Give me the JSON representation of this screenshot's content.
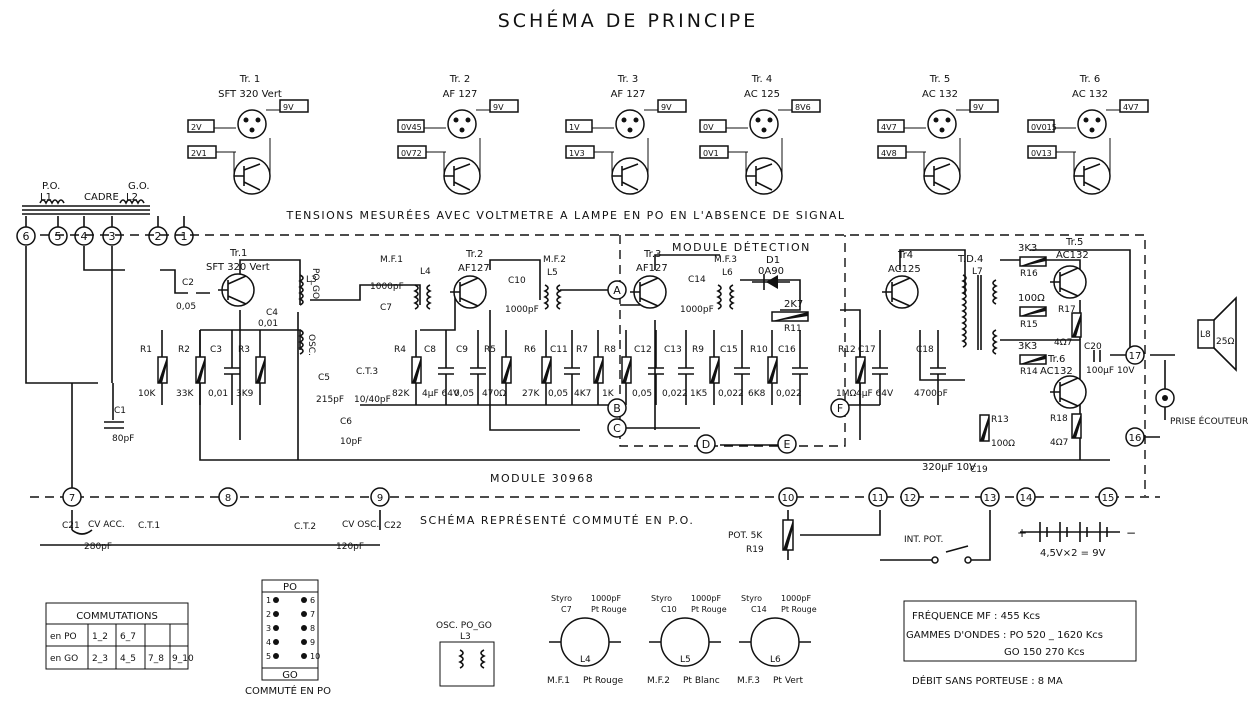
{
  "title": "SCHÉMA DE PRINCIPE",
  "transistor_headers": [
    {
      "id": "Tr. 1",
      "type": "SFT 320 Vert",
      "v": [
        "2V",
        "2V1",
        "9V"
      ]
    },
    {
      "id": "Tr. 2",
      "type": "AF 127",
      "v": [
        "0V45",
        "0V72",
        "9V"
      ]
    },
    {
      "id": "Tr. 3",
      "type": "AF 127",
      "v": [
        "1V",
        "1V3",
        "9V"
      ]
    },
    {
      "id": "Tr. 4",
      "type": "AC 125",
      "v": [
        "0V",
        "0V1",
        "8V6"
      ]
    },
    {
      "id": "Tr. 5",
      "type": "AC 132",
      "v": [
        "4V7",
        "4V8",
        "9V"
      ]
    },
    {
      "id": "Tr. 6",
      "type": "AC 132",
      "v": [
        "0V015",
        "0V13",
        "4V7"
      ]
    }
  ],
  "tension_note": "TENSIONS MESURÉES AVEC VOLTMETRE A LAMPE EN PO EN L'ABSENCE DE SIGNAL",
  "antenna": {
    "po": "P.O.",
    "l1": "L1",
    "cadre": "CADRE",
    "go": "G.O.",
    "l2": "L2"
  },
  "module_detection": "MODULE DÉTECTION",
  "module_label": "MODULE 30968",
  "commute_note": "SCHÉMA REPRÉSENTÉ COMMUTÉ EN P.O.",
  "stage_labels": {
    "tr1": "Tr.1",
    "tr1_type": "SFT 320 Vert",
    "mf1": "M.F.1",
    "l4": "L4",
    "tr2": "Tr.2",
    "tr2_type": "AF127",
    "mf2": "M.F.2",
    "l5": "L5",
    "tr3": "Tr.3",
    "tr3_type": "AF127",
    "mf3": "M.F.3",
    "l6": "L6",
    "d1": "D1",
    "d1_type": "0A90",
    "tr4": "Tr4",
    "tr4_type": "AC125",
    "td4": "T.D.4",
    "l7": "L7",
    "tr5": "Tr.5",
    "tr5_type": "AC132",
    "tr6": "Tr.6",
    "tr6_type": "AC132",
    "l3": "L3",
    "po_go": "PO_GO",
    "osc": "OSC.",
    "l8": "L8",
    "l8_imp": "25Ω"
  },
  "components": [
    {
      "ref": "R1",
      "val": "10K"
    },
    {
      "ref": "R2",
      "val": "33K"
    },
    {
      "ref": "C3",
      "val": "0,01"
    },
    {
      "ref": "R3",
      "val": "3K9"
    },
    {
      "ref": "R4",
      "val": "82K"
    },
    {
      "ref": "C8",
      "val": "4µF 64V"
    },
    {
      "ref": "C9",
      "val": "0,05"
    },
    {
      "ref": "R5",
      "val": "470Ω"
    },
    {
      "ref": "R6",
      "val": "27K"
    },
    {
      "ref": "C11",
      "val": "0,05"
    },
    {
      "ref": "R7",
      "val": "4K7"
    },
    {
      "ref": "R8",
      "val": "1K"
    },
    {
      "ref": "C12",
      "val": "0,05"
    },
    {
      "ref": "C13",
      "val": "0,022"
    },
    {
      "ref": "R9",
      "val": "1K5"
    },
    {
      "ref": "C15",
      "val": "0,022"
    },
    {
      "ref": "R10",
      "val": "6K8"
    },
    {
      "ref": "C16",
      "val": "0,022"
    },
    {
      "ref": "R12",
      "val": "1MΩ"
    },
    {
      "ref": "C17",
      "val": "4µF 64V"
    },
    {
      "ref": "C18",
      "val": "4700pF"
    }
  ],
  "misc_labels": {
    "c2": "C2",
    "c2v": "0,05",
    "c4": "C4",
    "c4v": "0,01",
    "c5": "C5",
    "c5v": "215pF",
    "ct3": "C.T.3",
    "ct3v": "10/40pF",
    "c6": "C6",
    "c6v": "10pF",
    "c7": "C7",
    "c7v": "1000pF",
    "c10": "C10",
    "c10v": "1000pF",
    "c14": "C14",
    "c14v": "1000pF",
    "c1": "C1",
    "c1v": "80pF",
    "r11": "R11",
    "r11v": "2K7",
    "r16": "R16",
    "r16v": "3K3",
    "r15": "R15",
    "r15v": "100Ω",
    "r14": "R14",
    "r14v": "3K3",
    "r17": "R17",
    "r17v": "4Ω7",
    "r18": "R18",
    "r18v": "4Ω7",
    "c20": "C20",
    "c20v": "100µF 10V",
    "r13": "R13",
    "r13v": "100Ω",
    "c19": "C19",
    "c19v": "320µF 10V",
    "prise": "PRISE ÉCOUTEUR",
    "pot": "POT. 5K",
    "r19": "R19",
    "int_pot": "INT. POT.",
    "battery": "4,5V×2 = 9V",
    "c21": "C21",
    "cv_acc": "CV ACC.",
    "cv_acc_v": "280pF",
    "ct1": "C.T.1",
    "ct2": "C.T.2",
    "cv_osc": "CV OSC.",
    "cv_osc_v": "120pF",
    "c22": "C22"
  },
  "letters": [
    "A",
    "B",
    "C",
    "D",
    "E",
    "F"
  ],
  "commutations": {
    "title": "COMMUTATIONS",
    "rows": [
      {
        "mode": "en PO",
        "cells": [
          "1_2",
          "6_7",
          "",
          ""
        ]
      },
      {
        "mode": "en GO",
        "cells": [
          "2_3",
          "4_5",
          "7_8",
          "9_10"
        ]
      }
    ]
  },
  "switch_diagram": {
    "top": "PO",
    "bottom": "GO",
    "caption": "COMMUTÉ EN PO"
  },
  "osc_coil": {
    "title": "OSC. PO_GO",
    "ref": "L3"
  },
  "if_transformers": [
    {
      "cap": "C7",
      "styro": "Styro",
      "capv": "1000pF",
      "point": "Pt Rouge",
      "coil": "L4",
      "name": "M.F.1",
      "dot": "Pt Rouge"
    },
    {
      "cap": "C10",
      "styro": "Styro",
      "capv": "1000pF",
      "point": "Pt Rouge",
      "coil": "L5",
      "name": "M.F.2",
      "dot": "Pt Blanc"
    },
    {
      "cap": "C14",
      "styro": "Styro",
      "capv": "1000pF",
      "point": "Pt Rouge",
      "coil": "L6",
      "name": "M.F.3",
      "dot": "Pt Vert"
    }
  ],
  "specs": {
    "line1": "FRÉQUENCE MF :   455 Kcs",
    "line2": "GAMMES D'ONDES : PO 520 _ 1620 Kcs",
    "line3": "GO 150    270 Kcs",
    "line4": "DÉBIT SANS PORTEUSE : 8 MA"
  }
}
